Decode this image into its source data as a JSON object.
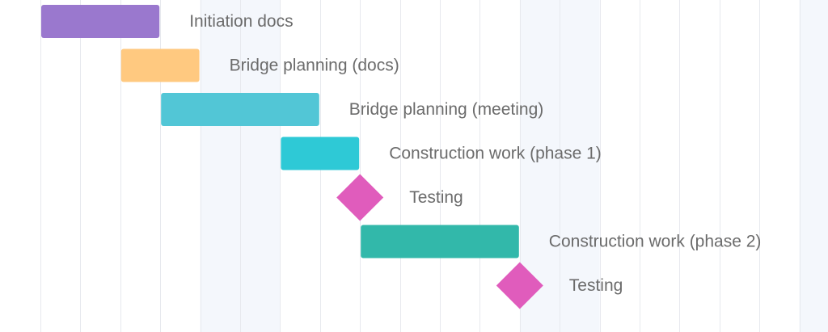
{
  "chart_data": {
    "type": "gantt",
    "x_unit": "column",
    "xlim": [
      0,
      20.7
    ],
    "shaded_column_ranges": [
      [
        4,
        6
      ],
      [
        12,
        14
      ],
      [
        19,
        20.7
      ]
    ],
    "grid": true,
    "tasks": [
      {
        "label": "Initiation docs",
        "kind": "bar",
        "start": 0,
        "end": 3,
        "color": "#9a78ce"
      },
      {
        "label": "Bridge planning (docs)",
        "kind": "bar",
        "start": 2,
        "end": 4,
        "color": "#ffc980"
      },
      {
        "label": "Bridge planning (meeting)",
        "kind": "bar",
        "start": 3,
        "end": 7,
        "color": "#52c6d6"
      },
      {
        "label": "Construction work (phase 1)",
        "kind": "bar",
        "start": 6,
        "end": 8,
        "color": "#2ec9d6"
      },
      {
        "label": "Testing",
        "kind": "milestone",
        "at": 8,
        "color": "#e05cbc"
      },
      {
        "label": "Construction work (phase 2)",
        "kind": "bar",
        "start": 8,
        "end": 12,
        "color": "#32b8aa"
      },
      {
        "label": "Testing",
        "kind": "milestone",
        "at": 12,
        "color": "#e05cbc"
      }
    ]
  }
}
